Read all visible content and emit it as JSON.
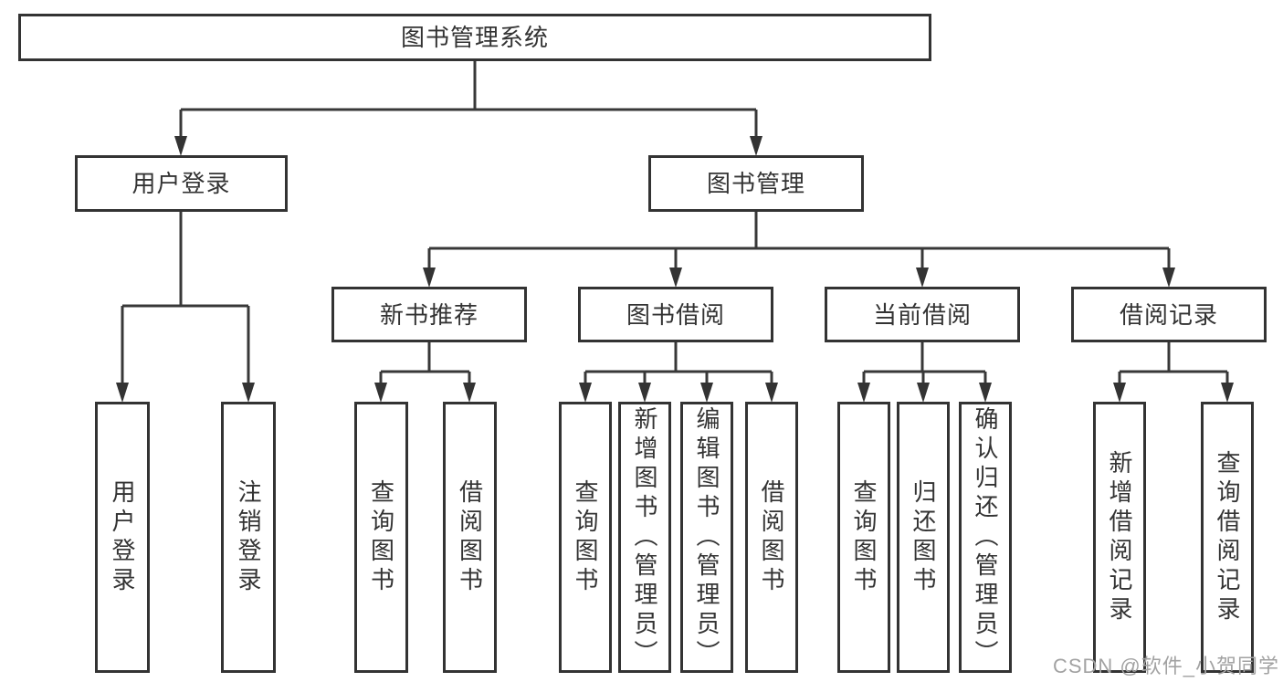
{
  "tree": {
    "label": "图书管理系统",
    "children": [
      {
        "label": "用户登录",
        "children": [
          {
            "label": "用户登录"
          },
          {
            "label": "注销登录"
          }
        ]
      },
      {
        "label": "图书管理",
        "children": [
          {
            "label": "新书推荐",
            "children": [
              {
                "label": "查询图书"
              },
              {
                "label": "借阅图书"
              }
            ]
          },
          {
            "label": "图书借阅",
            "children": [
              {
                "label": "查询图书"
              },
              {
                "label": "新增图书（管理员）"
              },
              {
                "label": "编辑图书（管理员）"
              },
              {
                "label": "借阅图书"
              }
            ]
          },
          {
            "label": "当前借阅",
            "children": [
              {
                "label": "查询图书"
              },
              {
                "label": "归还图书"
              },
              {
                "label": "确认归还（管理员）"
              }
            ]
          },
          {
            "label": "借阅记录",
            "children": [
              {
                "label": "新增借阅记录"
              },
              {
                "label": "查询借阅记录"
              }
            ]
          }
        ]
      }
    ]
  },
  "watermark": {
    "text": "CSDN @软件_小贺同学"
  },
  "colors": {
    "line": "#383838",
    "box_border": "#333333",
    "box_fill": "#ffffff",
    "text": "#333333",
    "background": "#ffffff",
    "watermark": "#a2a2a2"
  }
}
